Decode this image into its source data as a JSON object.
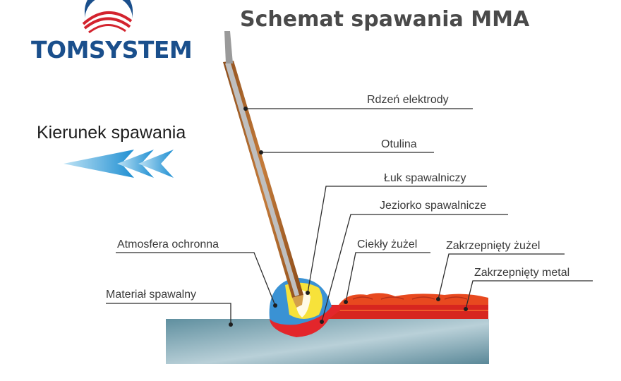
{
  "header": {
    "logo_text": "TOMSYSTEM",
    "title": "Schemat spawania MMA"
  },
  "direction": {
    "label": "Kierunek spawania"
  },
  "labels": {
    "core": "Rdzeń elektrody",
    "coating": "Otulina",
    "arc": "Łuk spawalniczy",
    "pool": "Jeziorko spawalnicze",
    "atmosphere": "Atmosfera ochronna",
    "liquid_slag": "Ciekły żużel",
    "solid_slag": "Zakrzepnięty żużel",
    "solid_metal": "Zakrzepnięty metal",
    "base_material": "Materiał spawalny"
  },
  "colors": {
    "brand_blue": "#1a4f8c",
    "brand_red": "#d3232e",
    "electrode_coating": "#b0692b",
    "electrode_core": "#9a9a9a",
    "shield_blue": "#3a92d4",
    "arc_yellow": "#f7e23a",
    "pool_red": "#e3262b",
    "slag_orange": "#e8491f",
    "plate_steel": "#7fa6b4",
    "arrow_blue": "#2b9ad6"
  }
}
